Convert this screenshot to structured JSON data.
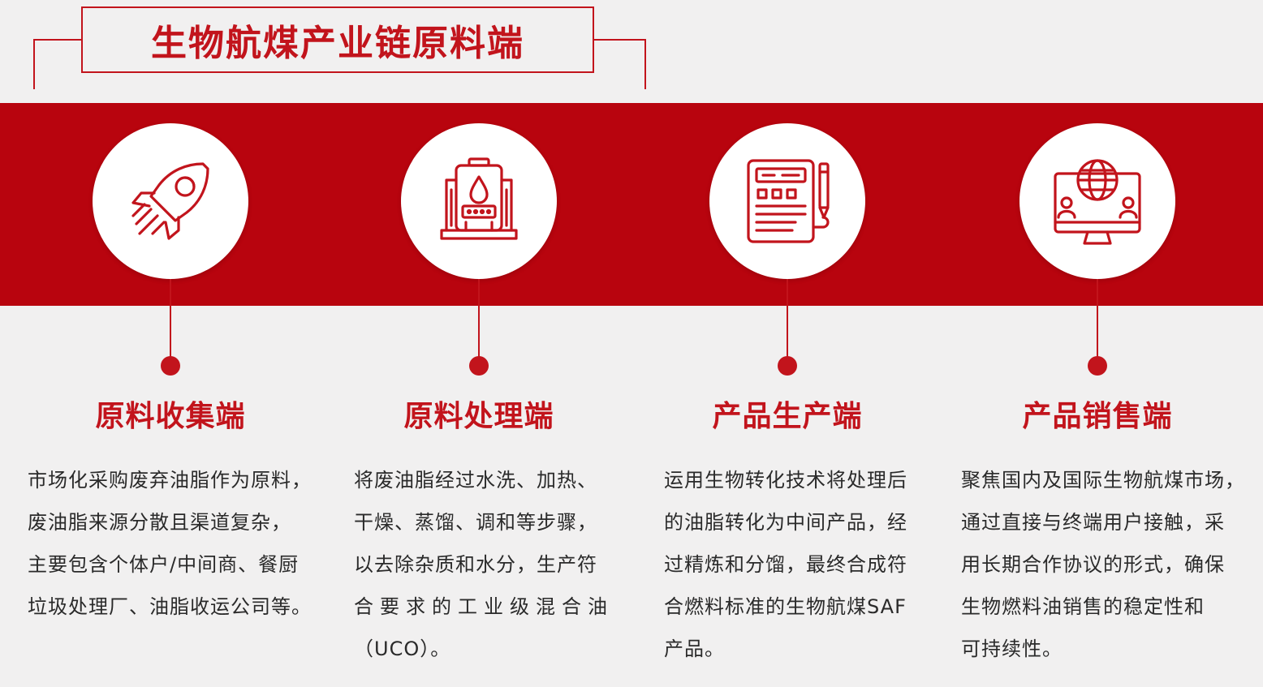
{
  "header": {
    "title": "生物航煤产业链原料端"
  },
  "colors": {
    "accent": "#c2141c",
    "band": "#b8040e",
    "background": "#f1f0f0"
  },
  "stages": [
    {
      "icon": "rocket-icon",
      "title": "原料收集端",
      "lines": [
        "市场化采购废弃油脂作为原料，",
        "废油脂来源分散且渠道复杂，",
        "主要包含个体户/中间商、餐厨",
        "垃圾处理厂、油脂收运公司等。"
      ]
    },
    {
      "icon": "oil-processing-icon",
      "title": "原料处理端",
      "lines": [
        "将废油脂经过水洗、加热、",
        "干燥、蒸馏、调和等步骤，",
        "以去除杂质和水分，生产符",
        "合要求的工业级混合油",
        "（UCO）。"
      ]
    },
    {
      "icon": "calculator-pencil-icon",
      "title": "产品生产端",
      "lines": [
        "运用生物转化技术将处理后",
        "的油脂转化为中间产品，经",
        "过精炼和分馏，最终合成符",
        "合燃料标准的生物航煤SAF",
        "产品。"
      ]
    },
    {
      "icon": "globe-monitor-icon",
      "title": "产品销售端",
      "lines": [
        "聚焦国内及国际生物航煤市场，",
        "通过直接与终端用户接触，采",
        "用长期合作协议的形式，确保",
        "生物燃料油销售的稳定性和",
        "可持续性。"
      ]
    }
  ]
}
